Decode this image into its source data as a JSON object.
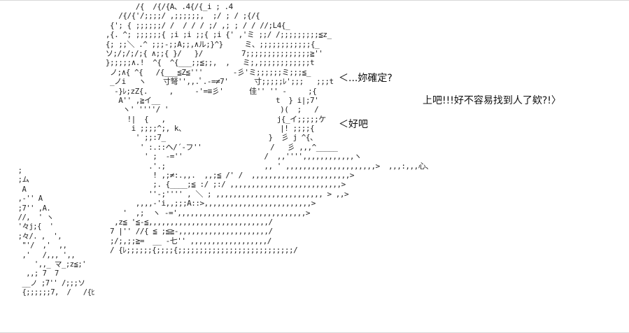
{
  "dialogue": {
    "line_1": "＜...妳確定?",
    "line_2": "上吧!!!好不容易找到人了欸?!〉",
    "line_3": "＜好吧"
  },
  "art": {
    "main_lines": [
      "              /{  /{/{A、.4{/{_i ; .4",
      "          /{/{'/;;;;/ ,;;;;;;,  ;/ ; / ;{/{",
      "        {'; { ;;;;;;/ /  / / / ;/ ,; ; / / //;L4{_",
      "       ,{. ^; ;;;;;;{ ;i ;i ;;{ ;i {' ,'ミ ;;/ /;;;;;;;;;≦z_",
      "       {; ;;＼ .^ ;;;-;;A;;,∧ル;}^}     ミ、;;;;;;;;;;;;{_",
      "       ソ;/;/;/;{ ∧;;{ }/   }/         7;;;;;;;;;;;;;;;≧''",
      "       };;;;;∧.!  ^{  ^{___;;≦;;,  ,   ミ;,;;;;;;;;;;;;t",
      "        ノ;∧{ ^{   /{___≦Z≦'''       -彡'ミ;;;;;;ミ;;;≦_",
      "        _ノi   ヽ    寸弩'',,.ﾟ.-=≠7'      寸;;;;;ﾚ';;;   ;;;t",
      "         -}ﾚ;zZ{.     ,     -'=≡彡'      佳'' '' -     ;{",
      "          A'' ,≧イ__                           t  } i|;7'",
      "           ヽ' ''''/ '                          )(  ;   /",
      "            !|  {   ,                          j{_イ;;;;;ケ",
      "             i ;;;;^;, k、                      |! ;;;;{",
      "              ' ;;:7_                        }  彡 j ^{、",
      "               ' :.::ヘ/´-フ''                /   彡 ,,,^_____",
      "                ' ;  -=''                   /  ,,'''',,,,,,,,,,,,ヽ",
      "                 .'.;                       ,, ' ,,,,,,,,,,,,,,,,,,,,,>  ,,,:,,,心、",
      "                  ! ,;≠:.,,.  ,,;≦ /' /  ,,,,,,,,,,,,,,,,,,,,,,,>",
      "                  ;. {____;≦ :/ ;:/ ,,,,,,,,,,,,,,,,,,,,,,,,,,>",
      "                 ''-;'''' , ＼ ; ,,,,,,,,,,,,,,,,,,,,,,,,, > ,,>",
      "              ,,,,-'i,,;;;A::>,,,,,,,,,,,,,,,,,,,,,,,,,>",
      "           '  ,;  ヽ -=',,,,,,,,,,,,,,,,,,,,,,,,,,,,,,>",
      "         ,z≦ '≦-≦,,,,,,,,,,,,,,,,,,,,,,,,,,,,/",
      "        7 |'' //{ ≦ ;≦≧-,,,,,,,,,,,,,,,,,,,,,/",
      "        ;/;,;;≧=  __ -七'' ,,,,,,,,,,,,,,,,,,/",
      "        / {ﾚ;;;;;;{;;;;{;;;;;;;;;;;;;;;;;;;;;;;;;;;/"
    ],
    "left_lines": [
      "  ;",
      "  ;ム",
      "   A",
      "  ,-'' A",
      "  ;7'' ,A.",
      "  //,  ' ヽ",
      "  '々j;{  '",
      "  ;々/. ,  ',",
      "   \"'/  ,'  ,,",
      "   ,'   /,,, ',,",
      "      ',,_ マ_;z≦;'",
      "    ,,; 7  7",
      "   __ノ ;7'' /;;;ソ",
      "   {;;;;;;7,  /   /{ﾋ"
    ]
  }
}
